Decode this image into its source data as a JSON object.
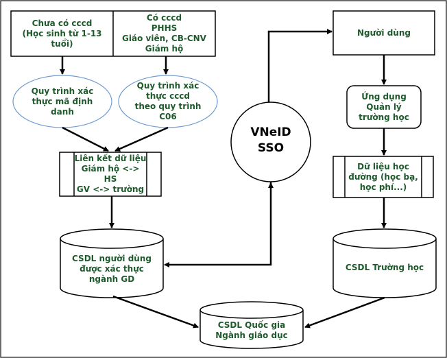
{
  "diagram": {
    "colors": {
      "text": "#1f5a2c",
      "stroke": "#000000",
      "ellipse_stroke": "#6f9bd0",
      "frame": "#3a3a3a"
    },
    "nodes": {
      "no_cccd": "Chưa có cccd\n(Học sinh từ 1-13\ntuổi)",
      "has_cccd": "Có cccd\nPHHS\nGiáo viên, CB-CNV\nGiám hộ",
      "process_id": "Quy trình xác\nthực mã định\ndanh",
      "process_cccd": "Quy trình xác\nthực cccd\ntheo quy trình\nC06",
      "link_data": "Liên kết dữ liệu\nGiám hộ <-> HS\nGV <-> trường",
      "db_users": "CSDL người dùng\nđược xác thực\nngành GD",
      "vneid": "VNeID\nSSO",
      "user": "Người dùng",
      "app": "Ứng dụng\nQuản lý\ntrường học",
      "school_data": "Dữ liệu học\nđường (học bạ,\nhọc phí...)",
      "db_school": "CSDL Trường học",
      "db_national": "CSDL Quốc gia\nNgành giáo dục"
    }
  }
}
